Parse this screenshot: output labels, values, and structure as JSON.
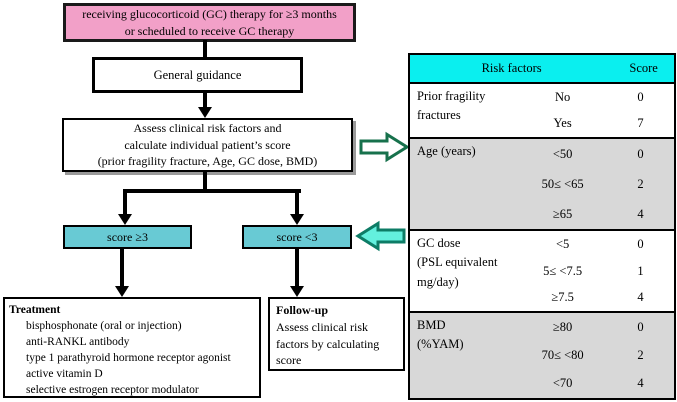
{
  "figure": {
    "flow": {
      "start_box": "receiving glucocorticoid (GC) therapy for ≥3 months\nor scheduled to receive GC therapy",
      "general_guidance": "General guidance",
      "assess_box": "Assess clinical risk factors and\ncalculate individual patient’s score\n(prior fragility fracture, Age, GC dose, BMD)",
      "score_high": "score ≥3",
      "score_low": "score <3",
      "treatment": {
        "title": "Treatment",
        "items": [
          "bisphosphonate (oral or injection)",
          "anti-RANKL antibody",
          "type 1 parathyroid hormone receptor agonist",
          "active vitamin D",
          "selective estrogen receptor modulator"
        ]
      },
      "follow_up": {
        "title": "Follow-up",
        "body": "Assess clinical risk\nfactors by calculating\nscore"
      }
    },
    "table": {
      "header": {
        "risk_factors": "Risk factors",
        "score": "Score"
      },
      "groups": [
        {
          "label": "Prior fragility\nfractures",
          "rows": [
            {
              "value": "No",
              "score": "0"
            },
            {
              "value": "Yes",
              "score": "7"
            }
          ]
        },
        {
          "label": "Age (years)",
          "rows": [
            {
              "value": "<50",
              "score": "0"
            },
            {
              "value": "50≤ <65",
              "score": "2"
            },
            {
              "value": "≥65",
              "score": "4"
            }
          ]
        },
        {
          "label": "GC dose\n(PSL equivalent\nmg/day)",
          "rows": [
            {
              "value": "<5",
              "score": "0"
            },
            {
              "value": "5≤ <7.5",
              "score": "1"
            },
            {
              "value": "≥7.5",
              "score": "4"
            }
          ]
        },
        {
          "label": "BMD\n(%YAM)",
          "rows": [
            {
              "value": "≥80",
              "score": "0"
            },
            {
              "value": "70≤ <80",
              "score": "2"
            },
            {
              "value": "<70",
              "score": "4"
            }
          ]
        }
      ]
    },
    "colors": {
      "start_box_bg": "#F2A0C8",
      "score_box_bg": "#68CAD4",
      "table_header_bg": "#0AEFEF",
      "table_gray_row_bg": "#D8D8D8",
      "hollow_arrow_border": "#17714C",
      "cyan_arrow_fill": "#63F0DE",
      "cyan_arrow_border": "#0D7C66"
    }
  }
}
